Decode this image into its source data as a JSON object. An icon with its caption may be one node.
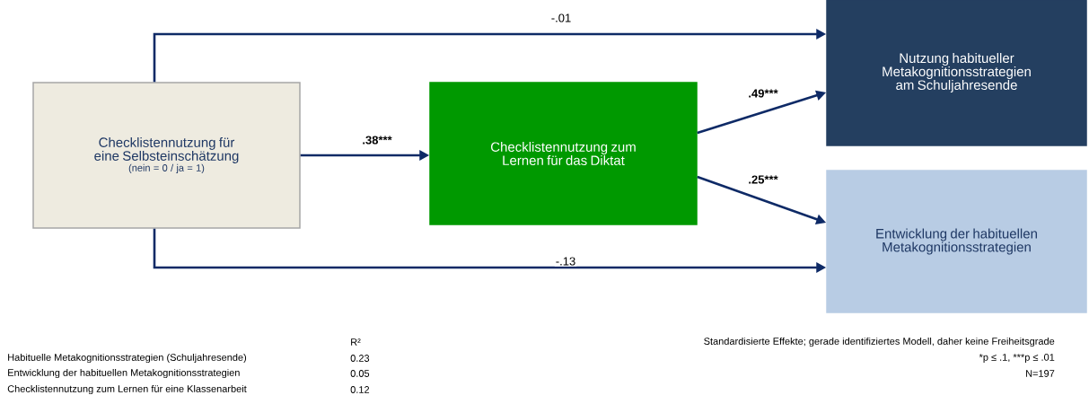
{
  "diagram": {
    "nodes": [
      {
        "text": [
          "Checklistennutzung für eine Selbsteinschätzung",
          "(nein = 0 / ja = 1)"
        ]
      },
      {
        "text": [
          "Checklistennutzung zum Lernen für das Diktat"
        ]
      },
      {
        "text": [
          "Nutzung habitueller Metakognitionsstrategien am Schuljahresende"
        ]
      },
      {
        "text": [
          "Entwicklung der habituellen Metakognitionsstrategien"
        ]
      }
    ],
    "edges": [
      {
        "from": 0,
        "to": 2,
        "arrow": "to",
        "label": "-.01"
      },
      {
        "from": 0,
        "to": 1,
        "arrow": "to",
        "label": ".38***"
      },
      {
        "from": 1,
        "to": 2,
        "arrow": "to",
        "label": ".49***"
      },
      {
        "from": 1,
        "to": 3,
        "arrow": "to",
        "label": ".25***"
      },
      {
        "from": 0,
        "to": 3,
        "arrow": "to",
        "label": "-.13"
      }
    ],
    "labels": [
      "R²",
      "Standardisierte Effekte; gerade identifiziertes Modell, daher keine Freiheitsgrade",
      "Habituelle Metakognitionsstrategien (Schuljahresende)",
      "0.23",
      "*p ≤ .1, ***p ≤ .01",
      "Entwicklung der habituellen Metakognitionsstrategien",
      "0.05",
      "N=197",
      "Checklistennutzung zum Lernen für eine Klassenarbeit",
      "0.12"
    ]
  }
}
